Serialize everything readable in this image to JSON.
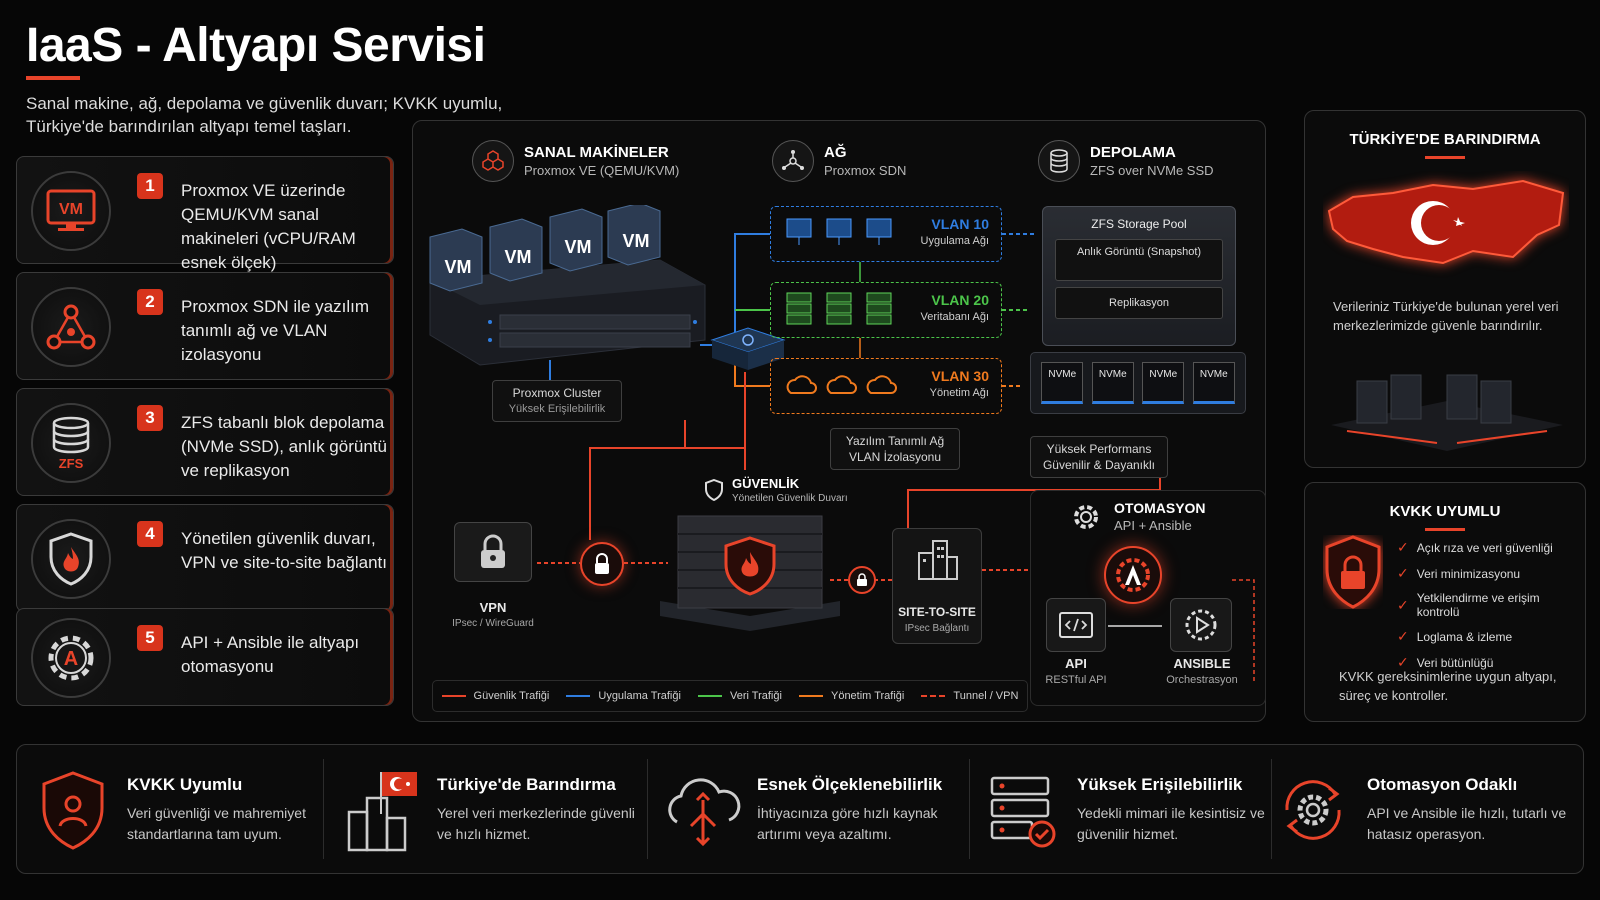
{
  "title": "IaaS - Altyapı Servisi",
  "subtitle": "Sanal makine, ağ, depolama ve güvenlik duvarı; KVKK uyumlu, Türkiye'de barındırılan altyapı temel taşları.",
  "colors": {
    "accent": "#e8442a",
    "blue": "#2f7de0",
    "green": "#4cc54a",
    "orange": "#f07a1e"
  },
  "features": [
    {
      "num": "1",
      "icon": "vm-monitor-icon",
      "icon_text": "VM",
      "text": "Proxmox VE üzerinde QEMU/KVM sanal makineleri (vCPU/RAM esnek ölçek)"
    },
    {
      "num": "2",
      "icon": "network-nodes-icon",
      "text": "Proxmox SDN ile yazılım tanımlı ağ ve VLAN izolasyonu"
    },
    {
      "num": "3",
      "icon": "database-icon",
      "icon_text": "ZFS",
      "text": "ZFS tabanlı blok depolama (NVMe SSD), anlık görüntü ve replikasyon"
    },
    {
      "num": "4",
      "icon": "shield-fire-icon",
      "text": "Yönetilen güvenlik duvarı, VPN ve site-to-site bağlantı"
    },
    {
      "num": "5",
      "icon": "ansible-gear-icon",
      "icon_text": "A",
      "text": "API + Ansible ile altyapı otomasyonu"
    }
  ],
  "diagram": {
    "vm_header": {
      "title": "SANAL MAKİNELER",
      "sub": "Proxmox VE (QEMU/KVM)"
    },
    "net_header": {
      "title": "AĞ",
      "sub": "Proxmox SDN"
    },
    "storage_header": {
      "title": "DEPOLAMA",
      "sub": "ZFS over NVMe SSD"
    },
    "vm_label": "VM",
    "cluster": {
      "title": "Proxmox Cluster",
      "sub": "Yüksek Erişilebilirlik"
    },
    "vlans": [
      {
        "title": "VLAN 10",
        "sub": "Uygulama Ağı",
        "color": "#2f7de0"
      },
      {
        "title": "VLAN 20",
        "sub": "Veritabanı Ağı",
        "color": "#4cc54a"
      },
      {
        "title": "VLAN 30",
        "sub": "Yönetim Ağı",
        "color": "#f07a1e"
      }
    ],
    "sdn_label": {
      "title": "Yazılım Tanımlı Ağ",
      "sub": "VLAN İzolasyonu"
    },
    "storage": {
      "pool": "ZFS Storage Pool",
      "snapshot": "Anlık Görüntü (Snapshot)",
      "replication": "Replikasyon",
      "disk": "NVMe"
    },
    "perf_label": {
      "title": "Yüksek Performans",
      "sub": "Güvenilir & Dayanıklı"
    },
    "security": {
      "title": "GÜVENLİK",
      "sub": "Yönetilen Güvenlik Duvarı"
    },
    "vpn": {
      "title": "VPN",
      "sub": "IPsec / WireGuard"
    },
    "site": {
      "title": "SITE-TO-SITE",
      "sub": "IPsec Bağlantı"
    },
    "automation": {
      "title": "OTOMASYON",
      "sub": "API + Ansible"
    },
    "api": {
      "title": "API",
      "sub": "RESTful API"
    },
    "ansible": {
      "title": "ANSIBLE",
      "sub": "Orchestrasyon"
    },
    "legend": [
      {
        "label": "Güvenlik Trafiği",
        "color": "#e8442a",
        "style": "solid"
      },
      {
        "label": "Uygulama Trafiği",
        "color": "#2f7de0",
        "style": "solid"
      },
      {
        "label": "Veri Trafiği",
        "color": "#4cc54a",
        "style": "solid"
      },
      {
        "label": "Yönetim Trafiği",
        "color": "#f07a1e",
        "style": "solid"
      },
      {
        "label": "Tunnel / VPN",
        "color": "#e8442a",
        "style": "dashed"
      }
    ]
  },
  "turkey": {
    "title": "TÜRKİYE'DE BARINDIRMA",
    "text": "Verileriniz Türkiye'de bulunan yerel veri merkezlerimizde güvenle barındırılır."
  },
  "kvkk": {
    "title": "KVKK UYUMLU",
    "items": [
      "Açık rıza ve veri güvenliği",
      "Veri minimizasyonu",
      "Yetkilendirme ve erişim kontrolü",
      "Loglama & izleme",
      "Veri bütünlüğü"
    ],
    "text": "KVKK gereksinimlerine uygun altyapı, süreç ve kontroller."
  },
  "bottom": [
    {
      "icon": "shield-user-icon",
      "title": "KVKK Uyumlu",
      "desc": "Veri güvenliği ve mahremiyet standartlarına tam uyum."
    },
    {
      "icon": "city-flag-icon",
      "title": "Türkiye'de Barındırma",
      "desc": "Yerel veri merkezlerinde güvenli ve hızlı hizmet."
    },
    {
      "icon": "cloud-scale-icon",
      "title": "Esnek Ölçeklenebilirlik",
      "desc": "İhtiyacınıza göre hızlı kaynak artırımı veya azaltımı."
    },
    {
      "icon": "server-check-icon",
      "title": "Yüksek Erişilebilirlik",
      "desc": "Yedekli mimari ile kesintisiz ve güvenilir hizmet."
    },
    {
      "icon": "gear-cycle-icon",
      "title": "Otomasyon Odaklı",
      "desc": "API ve Ansible ile hızlı, tutarlı ve hatasız operasyon."
    }
  ]
}
